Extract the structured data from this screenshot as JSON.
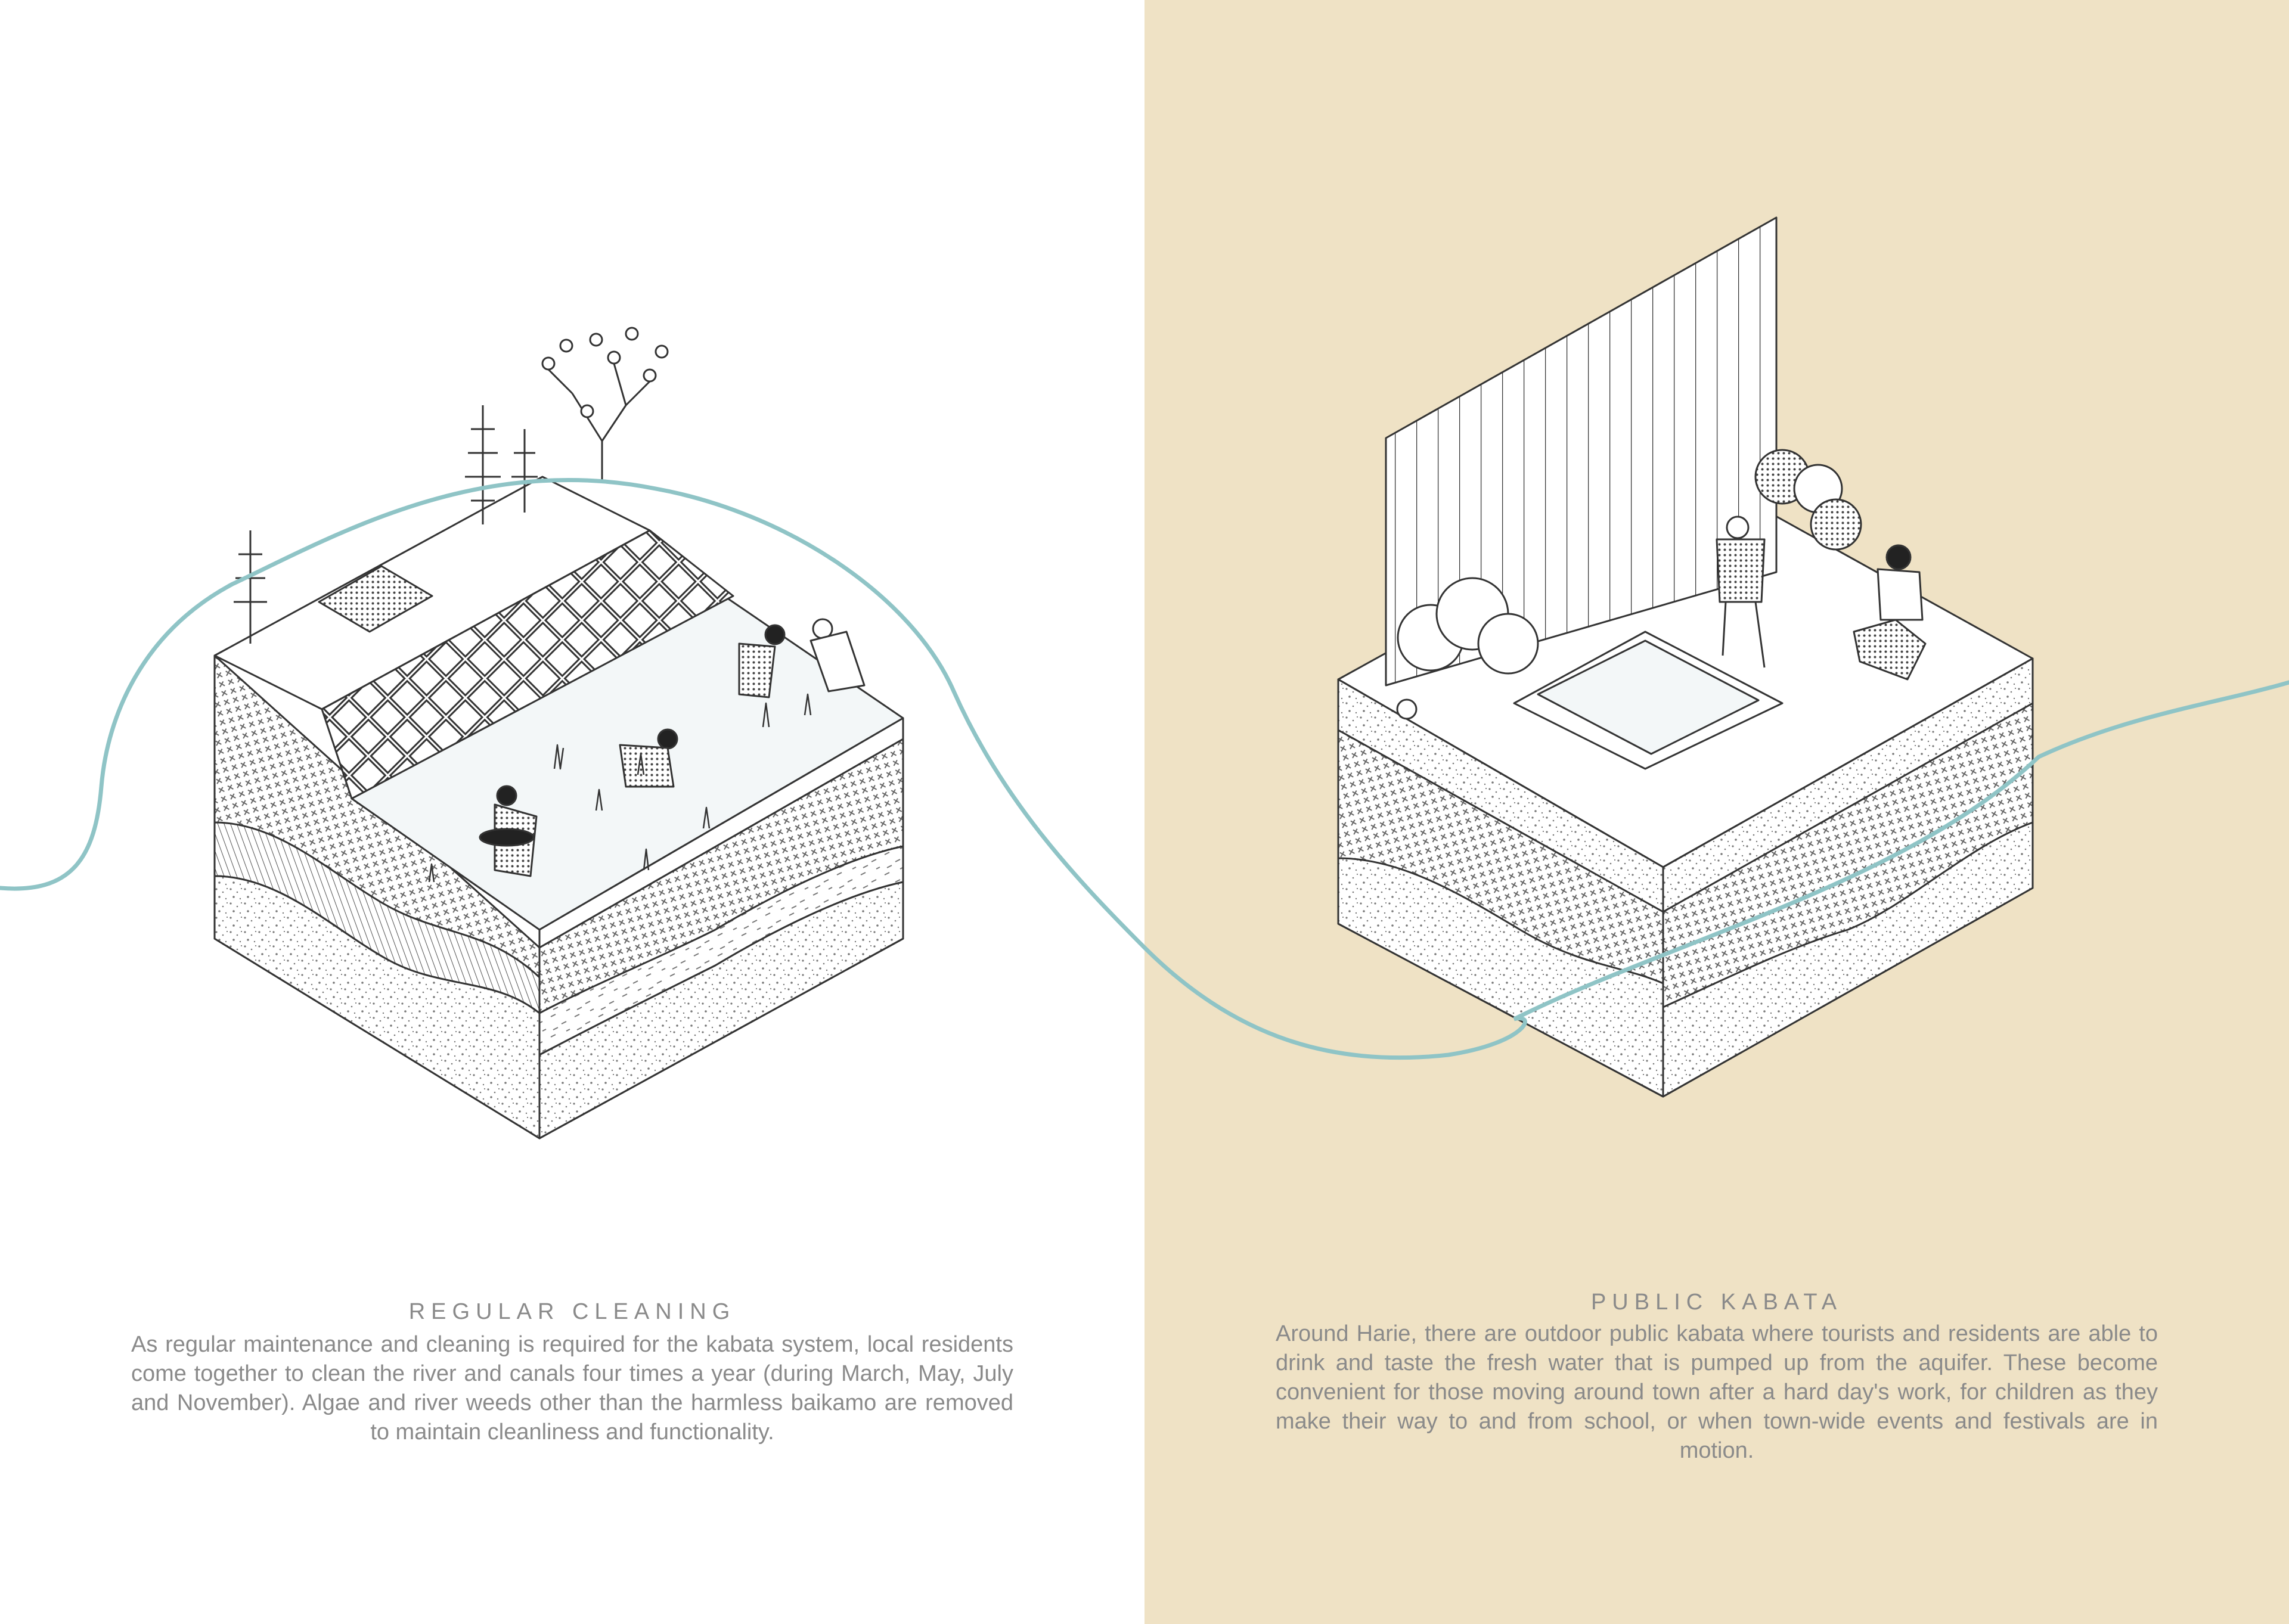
{
  "colors": {
    "background_left": "#ffffff",
    "background_right": "#efe2c5",
    "water_line": "#8fc4c6",
    "line_art": "#333333",
    "caption_text": "#8a8a8a"
  },
  "left_panel": {
    "title": "REGULAR CLEANING",
    "body": "As regular maintenance and cleaning is required for the kabata system, local residents come together to clean the river and canals four times a year (during March, May, July and November). Algae and river weeds other than the harmless baikamo are removed to maintain cleanliness and functionality."
  },
  "right_panel": {
    "title": "PUBLIC KABATA",
    "body": "Around Harie, there are outdoor public kabata where tourists and residents are able to drink and taste the fresh water that is pumped up from the aquifer. These become convenient for those moving around town after a hard day's work, for children as they make their way to and from school, or when town-wide events and festivals are in motion."
  },
  "illustrations": {
    "left": "canal-cleaning-axonometric",
    "right": "public-kabata-axonometric"
  }
}
